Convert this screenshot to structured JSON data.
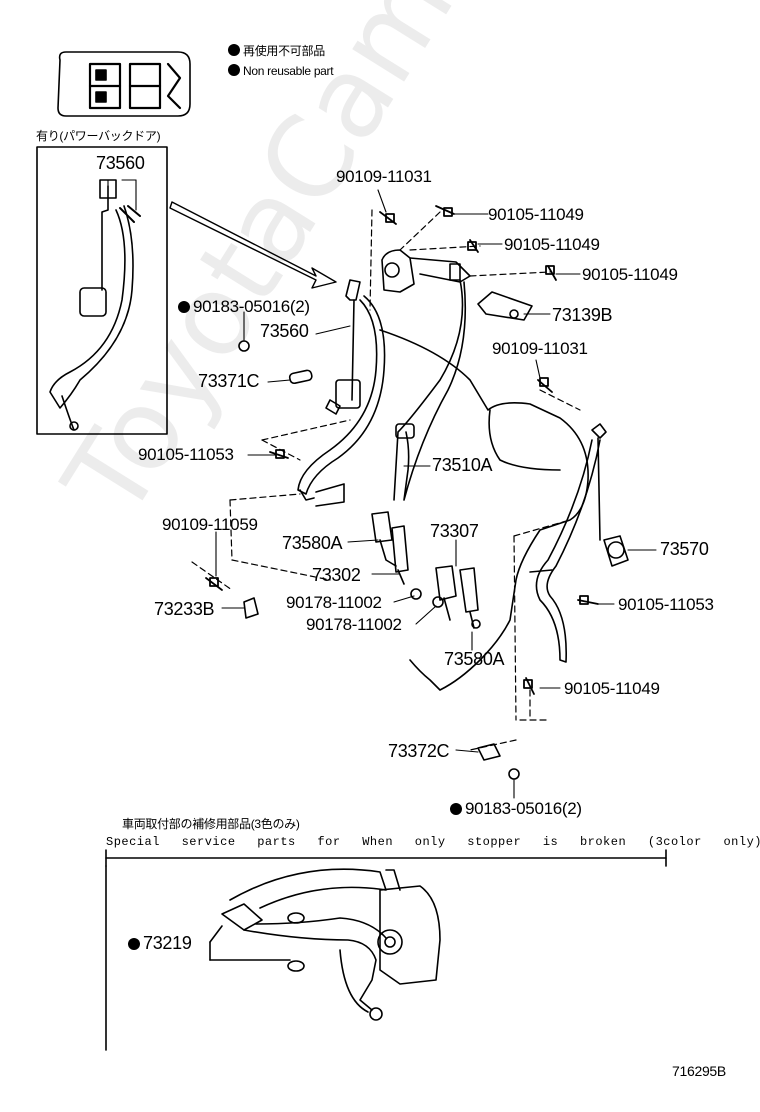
{
  "legend": {
    "jp": "再使用不可部品",
    "en": "Non reusable part"
  },
  "inset": {
    "title": "有り(パワーバックドア)",
    "part": "73560"
  },
  "parts": {
    "p90109_11031_top": "90109-11031",
    "p90105_11049_a": "90105-11049",
    "p90105_11049_b": "90105-11049",
    "p90105_11049_c": "90105-11049",
    "p73139B": "73139B",
    "p90183_05016_top": "90183-05016(2)",
    "p73560": "73560",
    "p90109_11031_mid": "90109-11031",
    "p73371C": "73371C",
    "p90105_11053_left": "90105-11053",
    "p73510A": "73510A",
    "p90109_11059": "90109-11059",
    "p73580A_left": "73580A",
    "p73307": "73307",
    "p73570": "73570",
    "p73302": "73302",
    "p90178_11002_a": "90178-11002",
    "p90178_11002_b": "90178-11002",
    "p73233B": "73233B",
    "p90105_11053_right": "90105-11053",
    "p73580A_right": "73580A",
    "p90105_11049_low": "90105-11049",
    "p73372C": "73372C",
    "p90183_05016_low": "90183-05016(2)",
    "p73219": "73219"
  },
  "service": {
    "jp": "車両取付部の補修用部品(3色のみ)",
    "en": "Special service parts for When only stopper is broken (3color only)"
  },
  "diagram_id": "716295B",
  "watermark": "ToyotaCamry.ru"
}
